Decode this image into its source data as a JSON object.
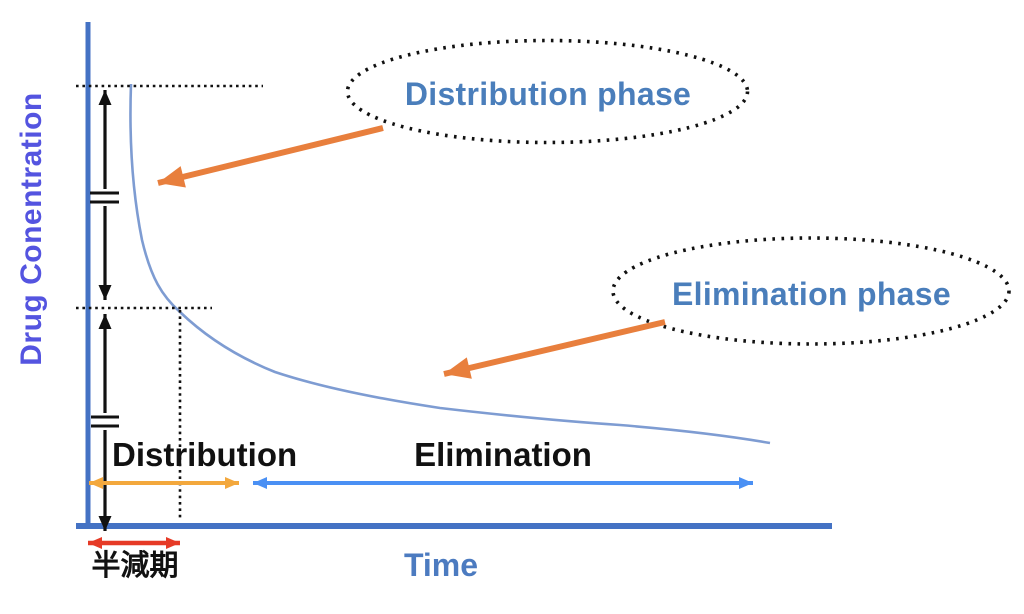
{
  "diagram": {
    "y_axis_label": "Drug Conentration",
    "x_axis_label": "Time",
    "callouts": {
      "distribution": "Distribution phase",
      "elimination": "Elimination phase"
    },
    "spans": {
      "distribution": "Distribution",
      "elimination": "Elimination",
      "half_life": "半減期"
    },
    "colors": {
      "axis": "#4472C4",
      "curve": "#7E9CD2",
      "phase-text": "#4A7EBB",
      "y-label": "#5454E0",
      "time-label": "#4C7BC0",
      "pointer-orange": "#E87F3D",
      "span-orange": "#F3A83D",
      "span-blue": "#4A90F4",
      "span-red": "#E63A26",
      "ink": "#111111"
    }
  }
}
